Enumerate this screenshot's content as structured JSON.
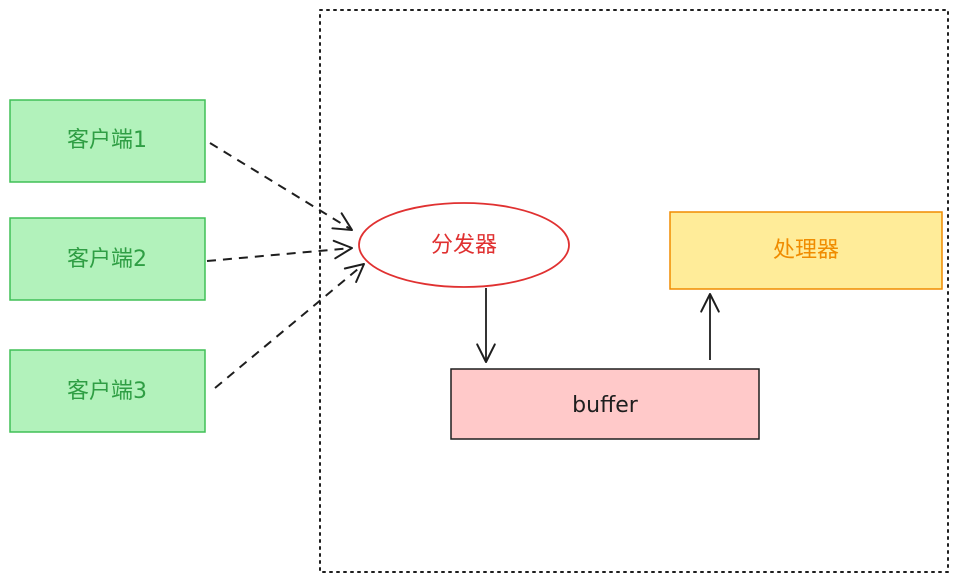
{
  "clients": [
    {
      "label": "客户端1"
    },
    {
      "label": "客户端2"
    },
    {
      "label": "客户端3"
    }
  ],
  "dispatcher": {
    "label": "分发器"
  },
  "buffer": {
    "label": "buffer"
  },
  "processor": {
    "label": "处理器"
  },
  "colors": {
    "client_fill": "#b2f2bb",
    "client_stroke": "#40c057",
    "client_text": "#2f9e44",
    "dispatcher_stroke": "#e03131",
    "dispatcher_text": "#e03131",
    "buffer_fill": "#ffc9c9",
    "buffer_stroke": "#1e1e1e",
    "buffer_text": "#1e1e1e",
    "processor_fill": "#ffec99",
    "processor_stroke": "#f08c00",
    "processor_text": "#f08c00",
    "arrow": "#1e1e1e",
    "frame": "#1e1e1e"
  }
}
